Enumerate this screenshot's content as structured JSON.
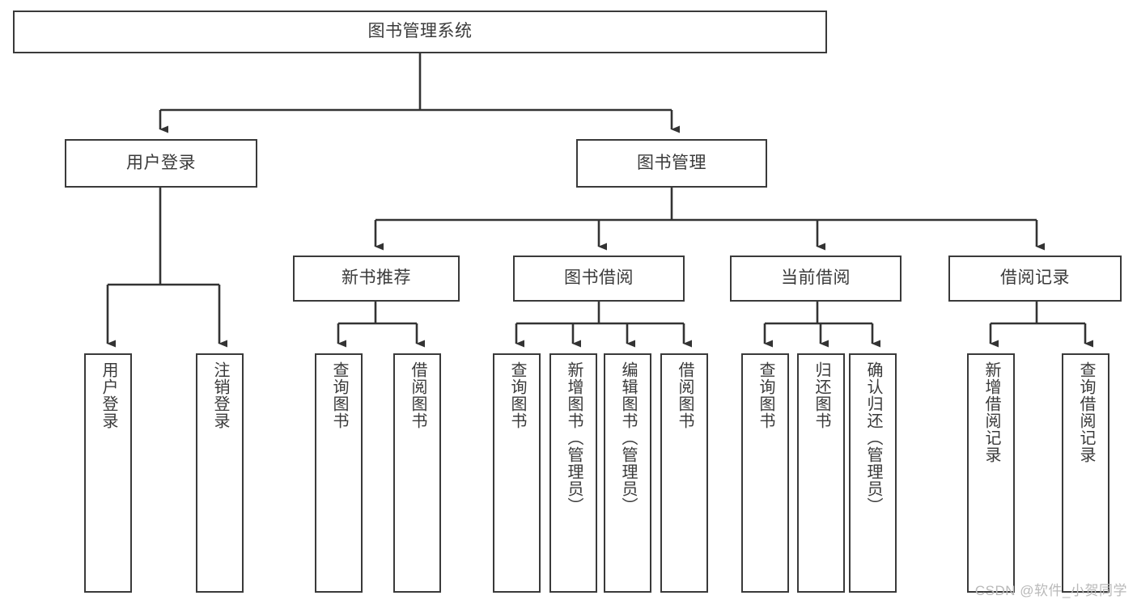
{
  "diagram": {
    "title": "图书管理系统",
    "type": "tree",
    "watermark": "CSDN @软件_小贺同学",
    "colors": {
      "box_border": "#3a3a3a",
      "box_fill": "#ffffff",
      "connector": "#333333",
      "text": "#3a3a3a",
      "watermark": "#b9b9b9"
    },
    "levels": {
      "root": "图书管理系统",
      "level2": [
        "用户登录",
        "图书管理"
      ],
      "level3": [
        "新书推荐",
        "图书借阅",
        "当前借阅",
        "借阅记录"
      ]
    },
    "nodes": {
      "root": {
        "label": "图书管理系统"
      },
      "user_login": {
        "label": "用户登录"
      },
      "book_manage": {
        "label": "图书管理"
      },
      "new_book_rec": {
        "label": "新书推荐"
      },
      "book_borrow": {
        "label": "图书借阅"
      },
      "current_borrow": {
        "label": "当前借阅"
      },
      "borrow_record": {
        "label": "借阅记录"
      },
      "leaf_user_login": {
        "label": "用户登录"
      },
      "leaf_logout": {
        "label": "注销登录"
      },
      "leaf_query_book_1": {
        "label": "查询图书"
      },
      "leaf_borrow_book_1": {
        "label": "借阅图书"
      },
      "leaf_query_book_2": {
        "label": "查询图书"
      },
      "leaf_add_book": {
        "label": "新增图书（管理员）"
      },
      "leaf_edit_book": {
        "label": "编辑图书（管理员）"
      },
      "leaf_borrow_book_2": {
        "label": "借阅图书"
      },
      "leaf_query_book_3": {
        "label": "查询图书"
      },
      "leaf_return_book": {
        "label": "归还图书"
      },
      "leaf_confirm_return": {
        "label": "确认归还（管理员）"
      },
      "leaf_add_record": {
        "label": "新增借阅记录"
      },
      "leaf_query_record": {
        "label": "查询借阅记录"
      }
    },
    "edges": [
      {
        "from": "图书管理系统",
        "to": "用户登录"
      },
      {
        "from": "图书管理系统",
        "to": "图书管理"
      },
      {
        "from": "用户登录",
        "to": "用户登录"
      },
      {
        "from": "用户登录",
        "to": "注销登录"
      },
      {
        "from": "图书管理",
        "to": "新书推荐"
      },
      {
        "from": "图书管理",
        "to": "图书借阅"
      },
      {
        "from": "图书管理",
        "to": "当前借阅"
      },
      {
        "from": "图书管理",
        "to": "借阅记录"
      },
      {
        "from": "新书推荐",
        "to": "查询图书"
      },
      {
        "from": "新书推荐",
        "to": "借阅图书"
      },
      {
        "from": "图书借阅",
        "to": "查询图书"
      },
      {
        "from": "图书借阅",
        "to": "新增图书（管理员）"
      },
      {
        "from": "图书借阅",
        "to": "编辑图书（管理员）"
      },
      {
        "from": "图书借阅",
        "to": "借阅图书"
      },
      {
        "from": "当前借阅",
        "to": "查询图书"
      },
      {
        "from": "当前借阅",
        "to": "归还图书"
      },
      {
        "from": "当前借阅",
        "to": "确认归还（管理员）"
      },
      {
        "from": "借阅记录",
        "to": "新增借阅记录"
      },
      {
        "from": "借阅记录",
        "to": "查询借阅记录"
      }
    ]
  }
}
